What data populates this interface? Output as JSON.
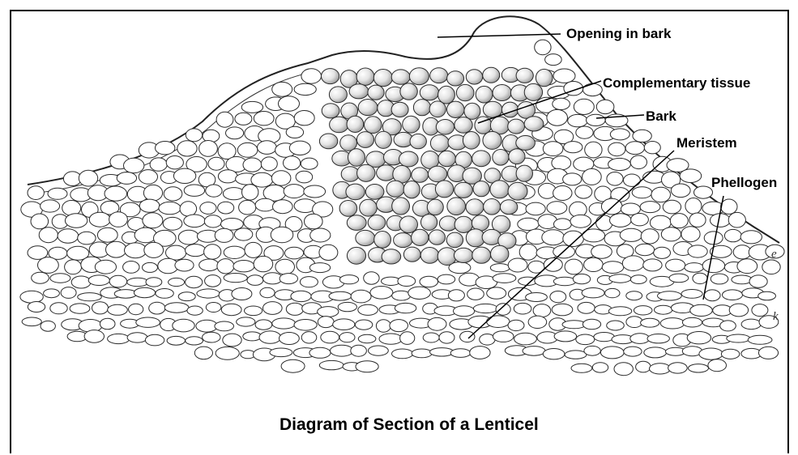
{
  "labels": {
    "opening": "Opening in bark",
    "complementary": "Complementary tissue",
    "bark": "Bark",
    "meristem": "Meristem",
    "phellogen": "Phellogen",
    "letter_e": "e",
    "letter_k": "k"
  },
  "caption": "Diagram of Section of a Lenticel",
  "colors": {
    "ink": "#000000",
    "cell_stroke": "#2a2a2a",
    "shade": "#9a9a9a"
  }
}
